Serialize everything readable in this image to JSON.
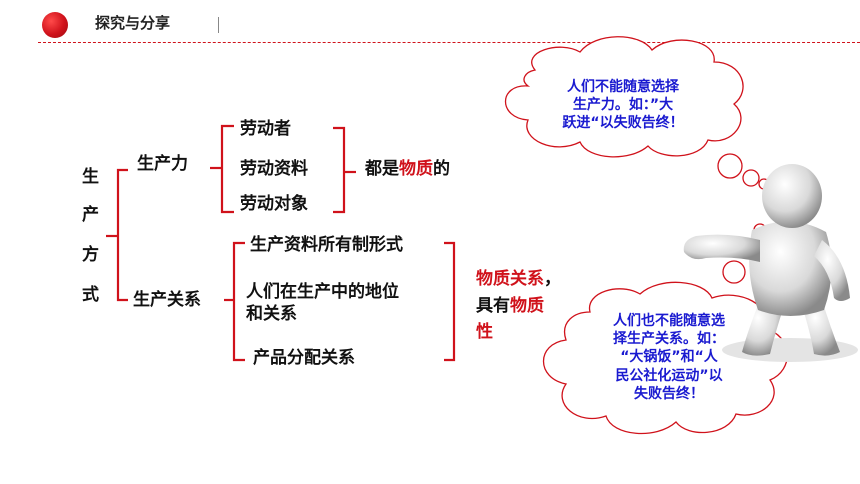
{
  "header": {
    "title": "探究与分享"
  },
  "diagram": {
    "root_chars": [
      "生",
      "产",
      "方",
      "式"
    ],
    "productive_forces": {
      "label": "生产力",
      "items": [
        "劳动者",
        "劳动资料",
        "劳动对象"
      ],
      "conclusion_prefix": "都是",
      "conclusion_highlight": "物质",
      "conclusion_suffix": "的"
    },
    "relations_of_production": {
      "label": "生产关系",
      "items": [
        "生产资料所有制形式",
        "人们在生产中的地位",
        "和关系",
        "产品分配关系"
      ],
      "conclusion_line1": "物质关系",
      "conclusion_comma": "，",
      "conclusion_line2_prefix": "具有",
      "conclusion_line2_highlight": "物质",
      "conclusion_line3": "性"
    }
  },
  "clouds": {
    "top": {
      "line1": "人们不能随意选择",
      "line2": "生产力。如：”大",
      "line3": "跃进“以失败告终！"
    },
    "bottom": {
      "line1": "人们也不能随意选",
      "line2": "择生产关系。如：",
      "line3": "“大锅饭”和“人",
      "line4": "民公社化运动”以",
      "line5": "失败告终！"
    }
  },
  "colors": {
    "accent": "#d0121b",
    "cloud_text": "#1a1ad0"
  }
}
